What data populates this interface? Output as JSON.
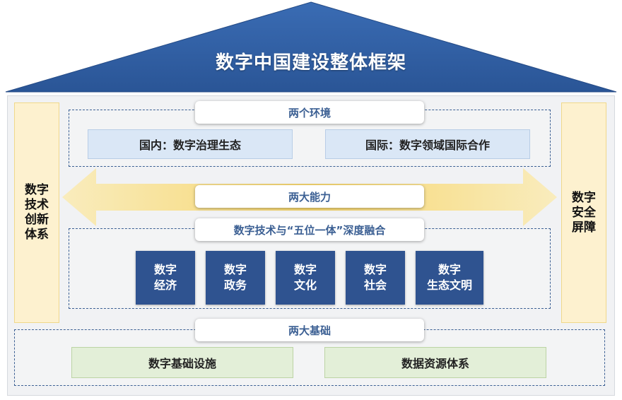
{
  "title": "数字中国建设整体框架",
  "left_pillar": {
    "line1": "数字",
    "line2": "技术",
    "line3": "创新",
    "line4": "体系"
  },
  "right_pillar": {
    "line1": "数字",
    "line2": "安全",
    "line3": "屏障"
  },
  "environments": {
    "label": "两个环境",
    "domestic": "国内：数字治理生态",
    "international": "国际：数字领域国际合作"
  },
  "capabilities": {
    "label": "两大能力"
  },
  "fusion": {
    "label": "数字技术与“五位一体”深度融合",
    "items": [
      {
        "line1": "数字",
        "line2": "经济"
      },
      {
        "line1": "数字",
        "line2": "政务"
      },
      {
        "line1": "数字",
        "line2": "文化"
      },
      {
        "line1": "数字",
        "line2": "社会"
      },
      {
        "line1": "数字",
        "line2": "生态文明"
      }
    ]
  },
  "foundations": {
    "label": "两大基础",
    "infrastructure": "数字基础设施",
    "data_resources": "数据资源体系"
  },
  "colors": {
    "roof": "#2f5da3",
    "block": "#2f5390",
    "pillar": "#fdf1cf",
    "blue_box": "#dae7f6",
    "green_box": "#e3efd8",
    "arrow": "#f7d77a"
  }
}
